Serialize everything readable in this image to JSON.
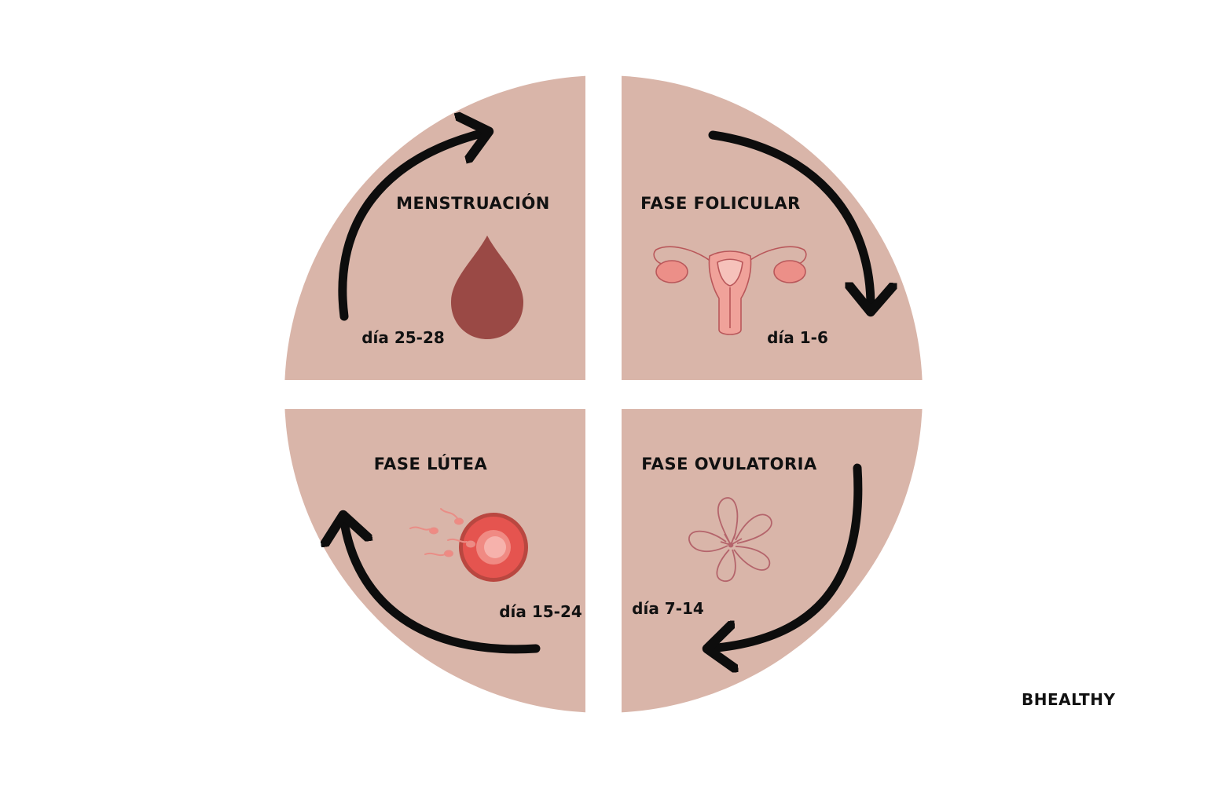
{
  "colors": {
    "background": "#ffffff",
    "quadrant_fill": "#d9b5a9",
    "arrow": "#0d0d0d",
    "drop": "#9a4945",
    "illustration_pink": "#f0a29a",
    "illustration_line": "#b9575a",
    "egg_red": "#e5544f"
  },
  "phases": [
    {
      "id": "menstruacion",
      "title": "MENSTRUACIÓN",
      "days": "día 25-28",
      "icon": "blood-drop-icon"
    },
    {
      "id": "folicular",
      "title": "FASE FOLICULAR",
      "days": "día 1-6",
      "icon": "uterus-icon"
    },
    {
      "id": "ovulatoria",
      "title": "FASE OVULATORIA",
      "days": "día 7-14",
      "icon": "flower-icon"
    },
    {
      "id": "lutea",
      "title": "FASE LÚTEA",
      "days": "día 15-24",
      "icon": "egg-sperm-icon"
    }
  ],
  "brand": "BHEALTHY"
}
